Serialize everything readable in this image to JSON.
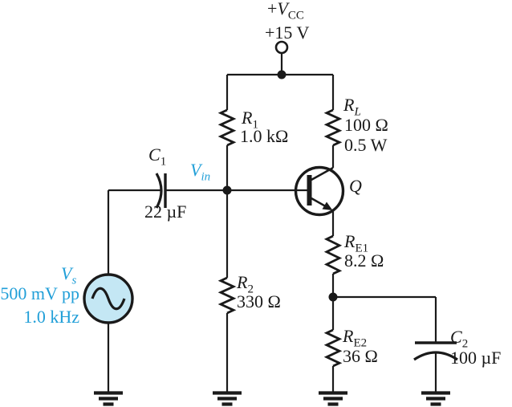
{
  "colors": {
    "wire": "#1a1a1a",
    "accent_blue": "#219fd8",
    "source_fill": "#c4e7f4",
    "background": "#ffffff"
  },
  "supply": {
    "prefix": "+",
    "symbol": "V",
    "sub": "CC",
    "voltage": "+15 V"
  },
  "components": {
    "r1": {
      "symbol": "R",
      "sub": "1",
      "value": "1.0 kΩ"
    },
    "rl": {
      "symbol": "R",
      "sub": "L",
      "value": "100 Ω",
      "power": "0.5 W"
    },
    "r2": {
      "symbol": "R",
      "sub": "2",
      "value": "330 Ω"
    },
    "re1": {
      "symbol": "R",
      "sub": "E1",
      "value": "8.2 Ω"
    },
    "re2": {
      "symbol": "R",
      "sub": "E2",
      "value": "36 Ω"
    },
    "c1": {
      "symbol": "C",
      "sub": "1",
      "value": "22 µF"
    },
    "c2": {
      "symbol": "C",
      "sub": "2",
      "value": "100 µF"
    },
    "q": {
      "symbol": "Q"
    },
    "vin": {
      "symbol": "V",
      "sub": "in"
    },
    "vs": {
      "symbol": "V",
      "sub": "s",
      "amplitude": "500 mV pp",
      "frequency": "1.0 kHz"
    }
  }
}
